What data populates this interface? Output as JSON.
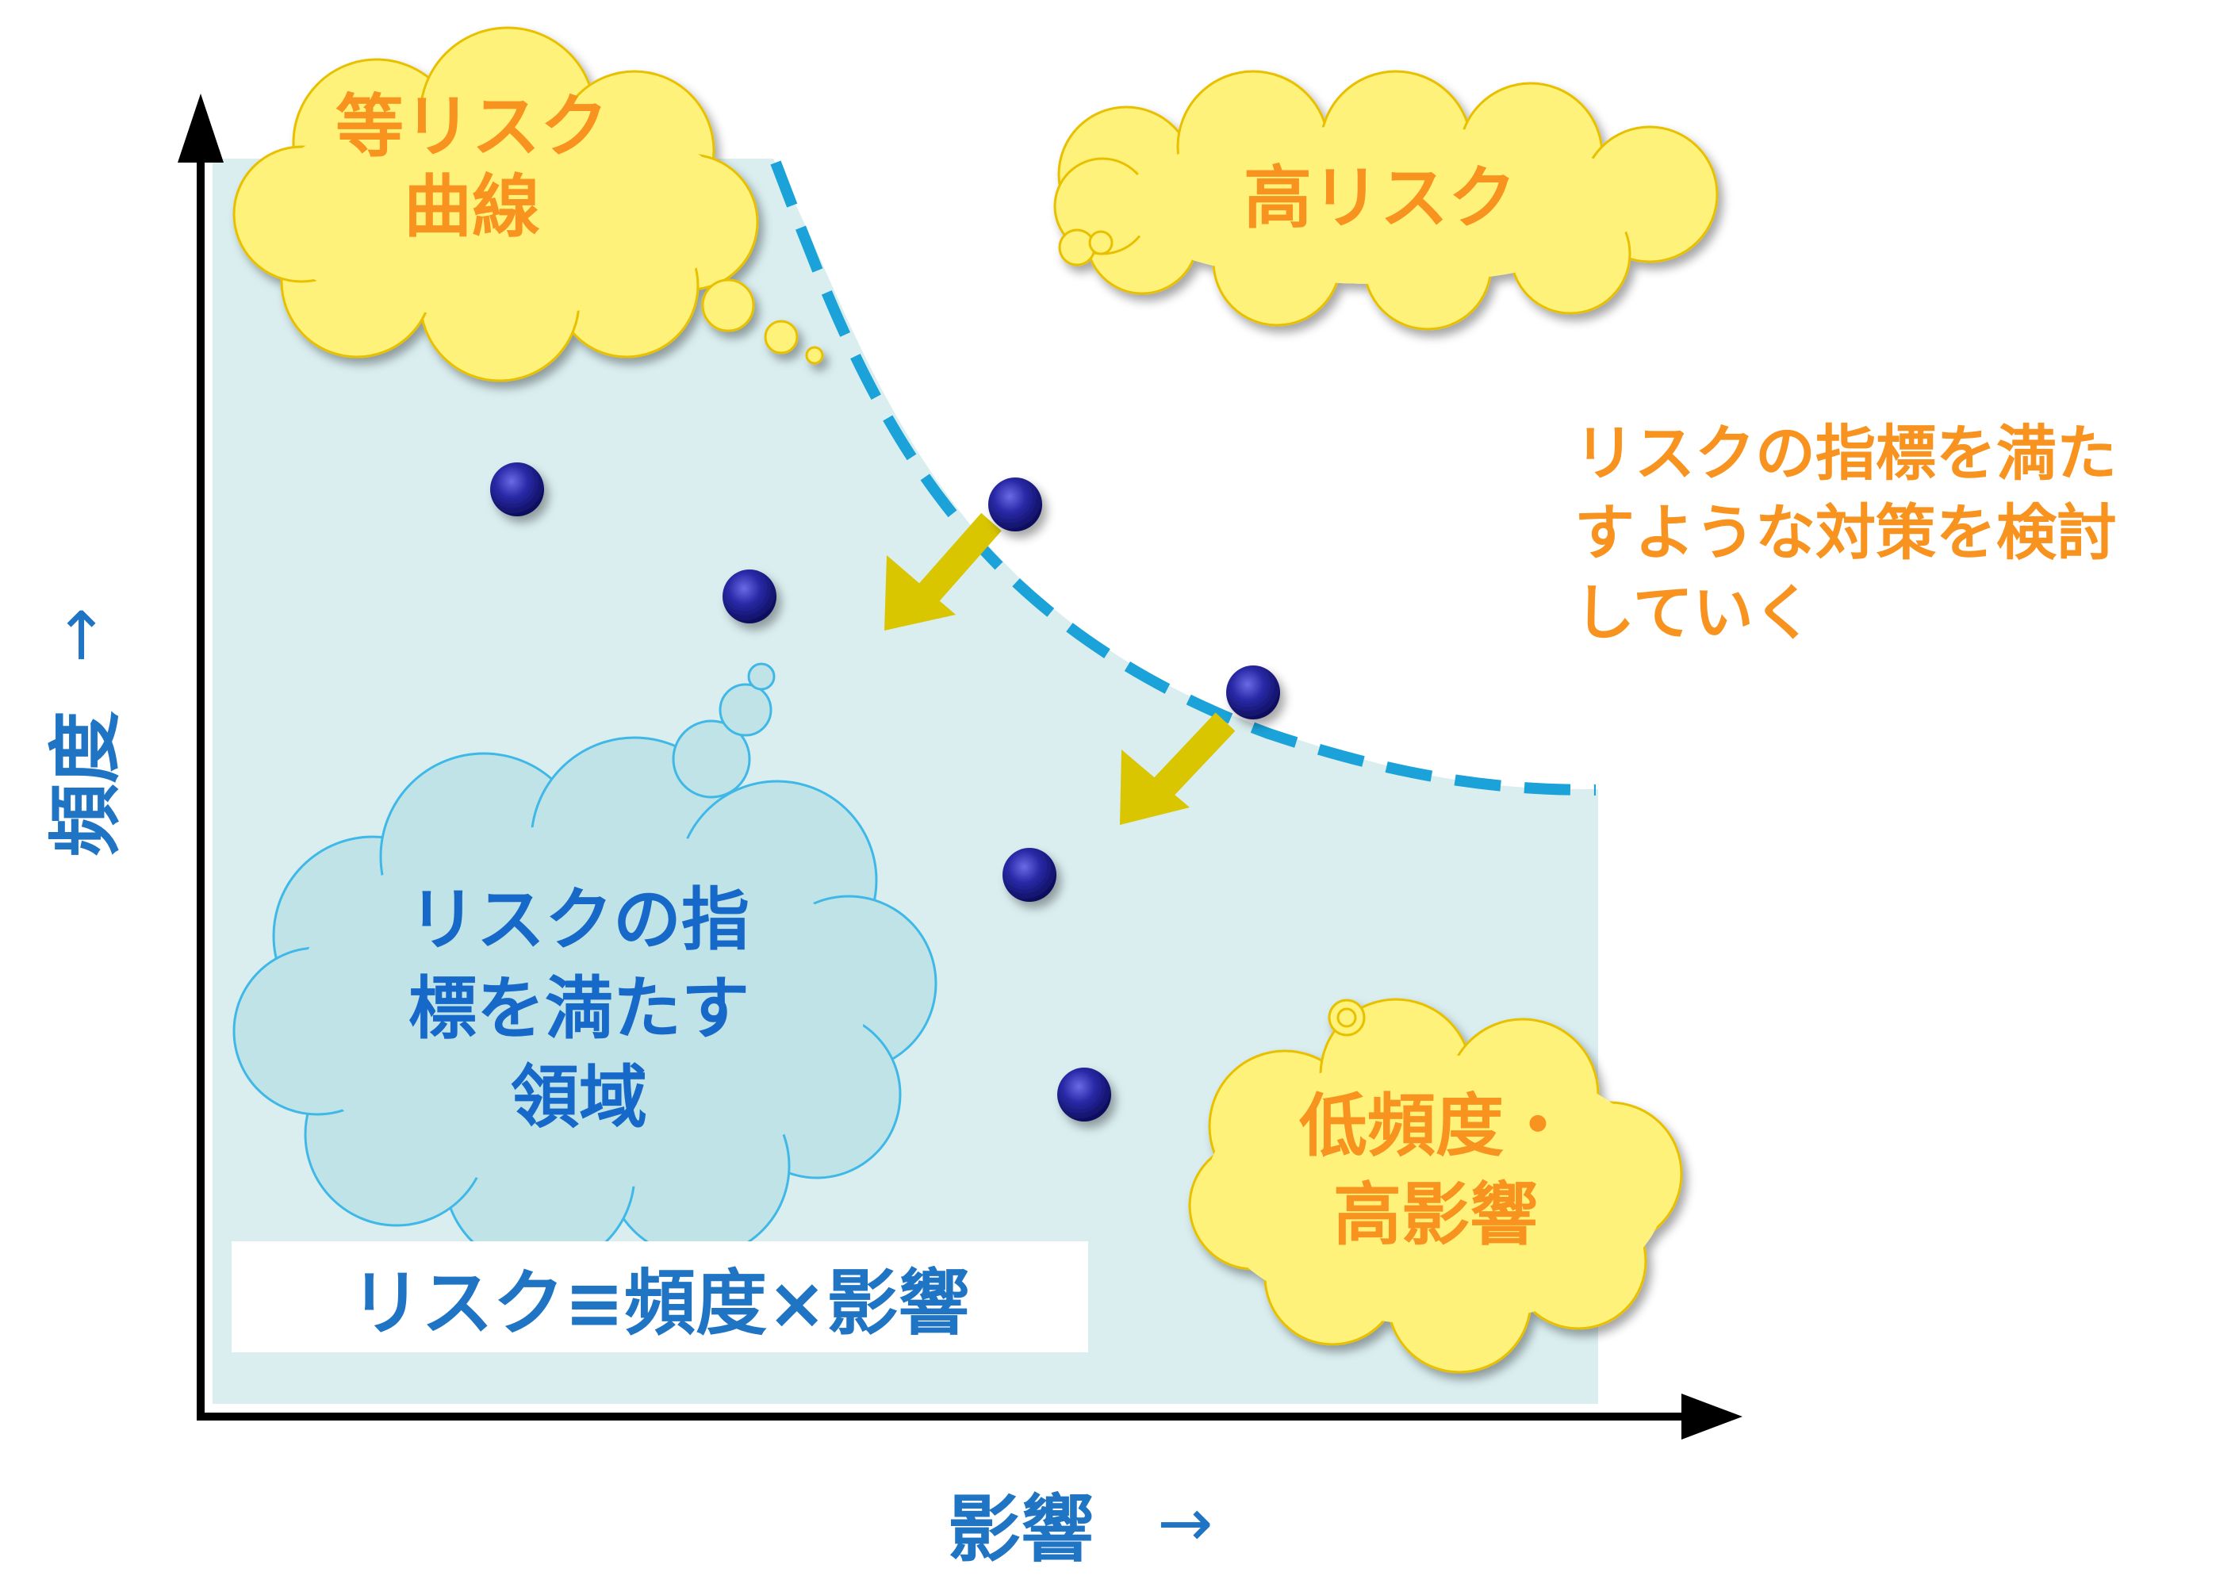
{
  "axes": {
    "y_label": "頻度",
    "x_label": "影響",
    "arrow": "→"
  },
  "clouds": {
    "iso_risk": "等リスク\n曲線",
    "high_risk": "高リスク",
    "acceptable_area": "リスクの指\n標を満たす\n領域",
    "low_freq_high_impact": "低頻度・\n高影響"
  },
  "note": "リスクの指標を満た\nすような対策を検討\nしていく",
  "formula": "リスク≡頻度×影響",
  "colors": {
    "axis": "#000000",
    "region_fill": "#DAEEF0",
    "dash_curve": "#1BA3D9",
    "point": "#1A1A8C",
    "arrow_fill": "#D9C500",
    "cloud_yellow": "#FFF27A",
    "cloud_yellow_stroke": "#E8C000",
    "cloud_blue": "#BFE3E6",
    "cloud_blue_stroke": "#3FB8E8",
    "orange_text": "#F7931E",
    "blue_text": "#1F74C4"
  }
}
